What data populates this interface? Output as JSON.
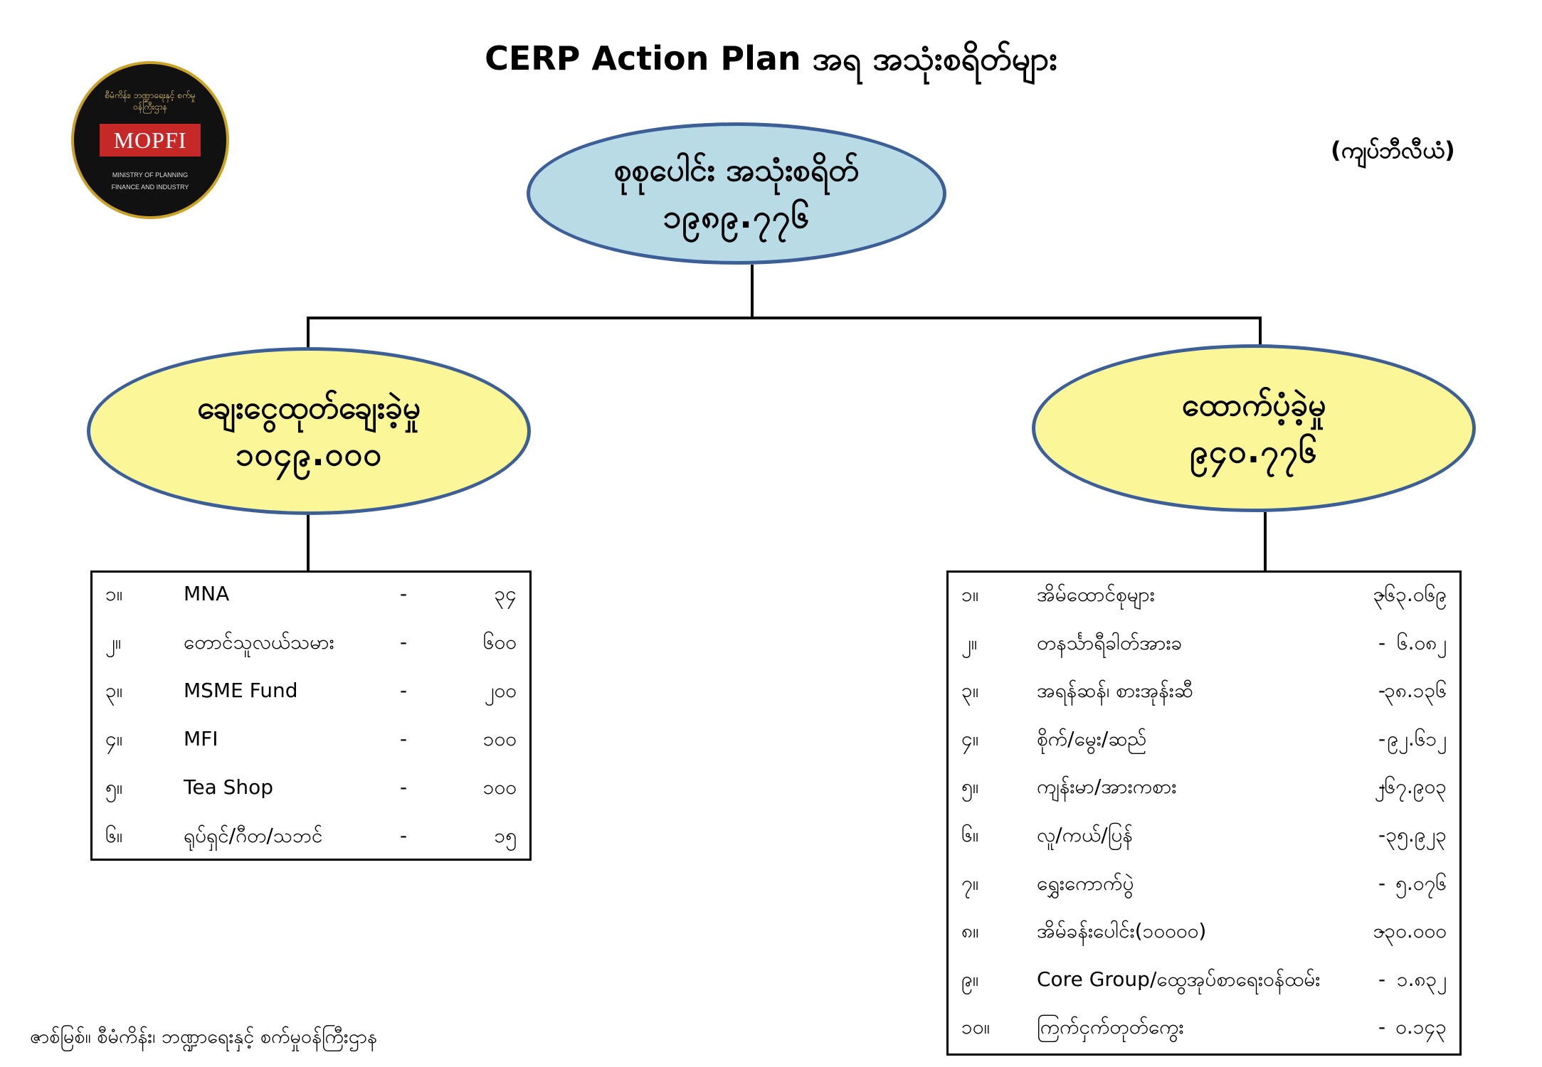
{
  "title": "CERP Action Plan အရ အသုံးစရိတ်များ",
  "unit": "(ကျပ်ဘီလီယံ)",
  "logo": {
    "name": "MOPFI",
    "ministry_my": "စီမံကိန်း၊ ဘဏ္ဍာရေးနှင့် စက်မှုဝန်ကြီးဌာန",
    "line1": "MINISTRY OF PLANNING",
    "line2": "FINANCE AND INDUSTRY"
  },
  "root": {
    "label": "စုစုပေါင်း အသုံးစရိတ်",
    "value": "၁၉၈၉.၇၇၆"
  },
  "left": {
    "label": "ချေးငွေထုတ်ချေးခဲ့မှု",
    "value": "၁၀၄၉.၀၀၀",
    "items": [
      {
        "num": "၁။",
        "name": "MNA",
        "dash": "-",
        "value": "၃၄"
      },
      {
        "num": "၂။",
        "name": "တောင်သူလယ်သမား",
        "dash": "-",
        "value": "၆၀၀"
      },
      {
        "num": "၃။",
        "name": "MSME Fund",
        "dash": "-",
        "value": "၂၀၀"
      },
      {
        "num": "၄။",
        "name": "MFI",
        "dash": "-",
        "value": "၁၀၀"
      },
      {
        "num": "၅။",
        "name": "Tea Shop",
        "dash": "-",
        "value": "၁၀၀"
      },
      {
        "num": "၆။",
        "name": "ရုပ်ရှင်/ဂီတ/သဘင်",
        "dash": "-",
        "value": "၁၅"
      }
    ]
  },
  "right": {
    "label": "ထောက်ပံ့ခဲ့မှု",
    "value": "၉၄၀.၇၇၆",
    "items": [
      {
        "num": "၁။",
        "name": "အိမ်ထောင်စုများ",
        "dash": "-",
        "value": "၃၆၃.၀၆၉"
      },
      {
        "num": "၂။",
        "name": "တနင်္သာရီခါတ်အားခ",
        "dash": "-",
        "value": "၆.၀၈၂"
      },
      {
        "num": "၃။",
        "name": "အရန်ဆန်၊ စားအုန်းဆီ",
        "dash": "-",
        "value": "၃၈.၁၃၆"
      },
      {
        "num": "၄။",
        "name": "စိုက်/မွေး/ဆည်",
        "dash": "-",
        "value": "၉၂.၆၁၂"
      },
      {
        "num": "၅။",
        "name": "ကျန်းမာ/အားကစား",
        "dash": "-",
        "value": "၂၆၇.၉၀၃"
      },
      {
        "num": "၆။",
        "name": "လူ/ကယ်/ပြန်",
        "dash": "-",
        "value": "၃၅.၉၂၃"
      },
      {
        "num": "၇။",
        "name": "ရွှေးကောက်ပွဲ",
        "dash": "-",
        "value": "၅.၀၇၆"
      },
      {
        "num": "၈။",
        "name": "အိမ်ခန်းပေါင်း(၁၀၀၀၀)",
        "dash": "-",
        "value": "၁၃၀.၀၀၀"
      },
      {
        "num": "၉။",
        "name": "Core Group/ထွေအုပ်စာရေးဝန်ထမ်း",
        "dash": "-",
        "value": "၁.၈၃၂"
      },
      {
        "num": "၁၀။",
        "name": "ကြက်ငှက်တုတ်ကွေး",
        "dash": "-",
        "value": "၀.၁၄၃"
      }
    ]
  },
  "source": "ဇာစ်မြစ်။ စီမံကိန်း၊ ဘဏ္ဍာရေးနှင့် စက်မှုဝန်ကြီးဌာန",
  "colors": {
    "root_fill": "#b8dbe6",
    "branch_fill": "#fbf799",
    "ellipse_border": "#3d5f98",
    "logo_red": "#c62828",
    "logo_gold": "#c9a227"
  }
}
